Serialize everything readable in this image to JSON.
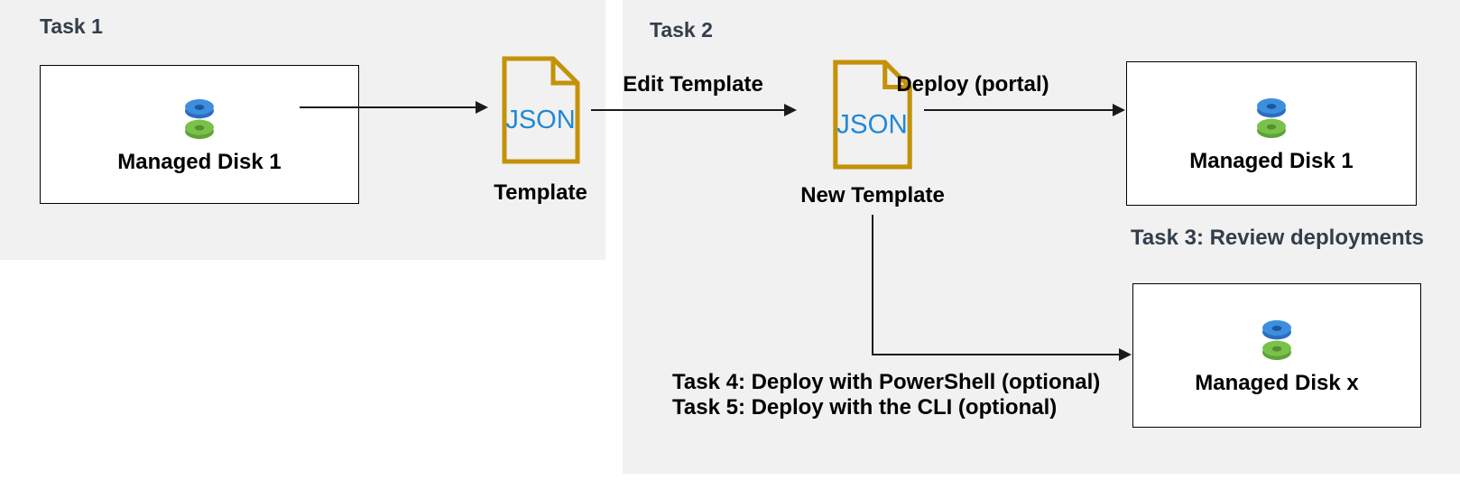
{
  "panels": {
    "task1_title": "Task 1",
    "task2_title": "Task 2"
  },
  "boxes": [
    {
      "label": "Managed Disk 1"
    },
    {
      "label": "Managed Disk 1"
    },
    {
      "label": "Managed Disk x"
    }
  ],
  "docs": [
    {
      "text": "JSON",
      "label": "Template"
    },
    {
      "text": "JSON",
      "label": "New Template"
    }
  ],
  "arrows": {
    "edit_template": "Edit Template",
    "deploy_portal": "Deploy (portal)"
  },
  "notes": {
    "task3": "Task 3: Review deployments",
    "task4": "Task 4: Deploy with PowerShell (optional)",
    "task5": "Task 5: Deploy with the CLI (optional)"
  },
  "colors": {
    "panel_bg": "#f1f1f1",
    "title_slate": "#333e4b",
    "label_black": "#000000",
    "doc_gold": "#c49208",
    "json_blue": "#2288d6",
    "disk_blue_top": "#3e8ede",
    "disk_blue_side": "#2a6ec2",
    "disk_blue_hole": "#1b589e",
    "disk_green_top": "#78c24a",
    "disk_green_side": "#5fa237",
    "disk_green_hole": "#568f31",
    "line_black": "#1a1a1a"
  }
}
